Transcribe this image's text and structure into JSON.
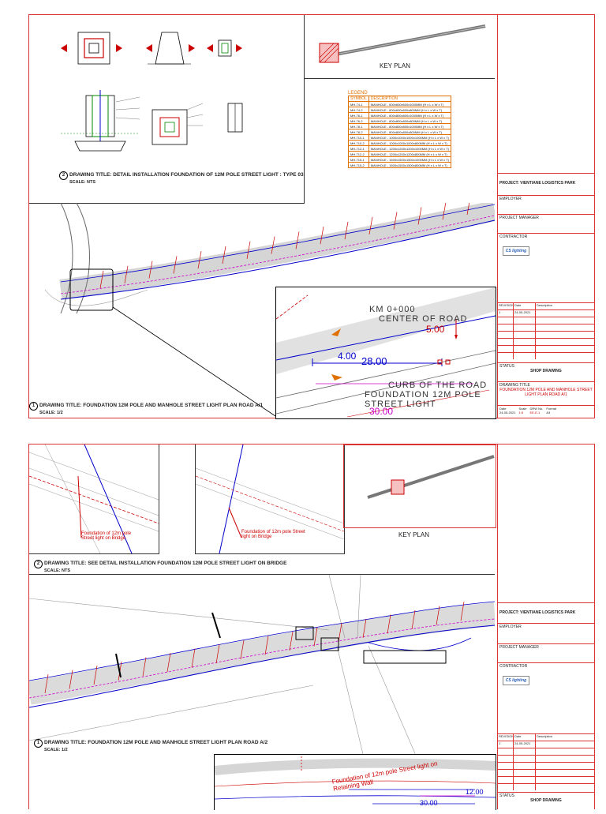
{
  "sheet1": {
    "detail_title": "DRAWING TITLE:  DETAIL INSTALLATION FOUNDATION OF 12M POLE STREET LIGHT : TYPE 03",
    "detail_scale": "SCALE: NTS",
    "detail_num": "2",
    "key_plan": "KEY PLAN",
    "legend": {
      "heading": "LEGEND",
      "col_symbol": "SYMBOL",
      "col_desc": "DESCRIPTION",
      "rows": [
        {
          "code": "MH-74-1",
          "desc": "MANHOLE - 600x600x600x1000MM (H x L x W x T)"
        },
        {
          "code": "MH-74-2",
          "desc": "MANHOLE - 600x600x600x800MM (H x L x W x T)"
        },
        {
          "code": "MH-76-1",
          "desc": "MANHOLE - 800x800x800x1000MM (H x L x W x T)"
        },
        {
          "code": "MH-76-2",
          "desc": "MANHOLE - 800x800x800x800MM (H x L x W x T)"
        },
        {
          "code": "MH-78-1",
          "desc": "MANHOLE - 800x800x800x1000MM (H x L x W x T)"
        },
        {
          "code": "MH-78-2",
          "desc": "MANHOLE - 800x800x800x800MM (H x L x W x T)"
        },
        {
          "code": "MH-710-1",
          "desc": "MANHOLE - 1000x1000x1000x1000MM (H x L x W x T)"
        },
        {
          "code": "MH-710-2",
          "desc": "MANHOLE - 1000x1000x1000x800MM (H x L x W x T)"
        },
        {
          "code": "MH-712-1",
          "desc": "MANHOLE - 1200x1200x1200x1000MM (H x L x W x T)"
        },
        {
          "code": "MH-712-2",
          "desc": "MANHOLE - 1200x1200x1200x800MM (H x L x W x T)"
        },
        {
          "code": "MH-715-1",
          "desc": "MANHOLE - 1500x1500x1500x1000MM (H x L x W x T)"
        },
        {
          "code": "MH-715-2",
          "desc": "MANHOLE - 1500x1500x1500x800MM (H x L x W x T)"
        }
      ]
    },
    "plan_title": "DRAWING TITLE:  FOUNDATION 12M POLE AND MANHOLE STREET LIGHT PLAN ROAD A/1",
    "plan_scale": "SCALE: 1/2",
    "plan_num": "1",
    "inset": {
      "km": "KM 0+000",
      "center": "CENTER OF ROAD",
      "curb": "CURB OF THE ROAD",
      "foundation": "FOUNDATION 12M POLE",
      "streetlight": "STREET LIGHT",
      "d1": "5.00",
      "d2": "4.00",
      "d3": "28.00",
      "d4": "30.00"
    },
    "titleblock": {
      "project": "PROJECT: VIENTIANE LOGISTICS PARK",
      "employer": "EMPLOYER",
      "pm": "PROJECT MANAGER",
      "contractor": "CONTRACTOR",
      "logo": "CS lighting",
      "rev_headers": [
        "REVISION",
        "Date",
        "Description"
      ],
      "rev_rows": [
        [
          "1",
          "24-05-2021",
          ""
        ]
      ],
      "status_label": "STATUS",
      "status": "SHOP DRAWING",
      "dtitle_label": "DRAWING TITLE",
      "dtitle": "FOUNDATION 12M POLE AND MANHOLE STREET LIGHT PLAN ROAD A/1",
      "date_label": "Date",
      "date": "24-05-2021",
      "scale_label": "Scale",
      "scale": "1:5",
      "dwg_label": "DRW No.",
      "dwg": "EE-E-1",
      "format_label": "Format",
      "format": "A3"
    }
  },
  "sheet2": {
    "bridge_note1": "Foundation of 12m pole Street light on Bridge",
    "bridge_note2": "Foundation of 12m pole Street light on Bridge",
    "key_plan": "KEY PLAN",
    "detail_title": "DRAWING TITLE:  SEE DETAIL INSTALLATION FOUNDATION 12M POLE STREET LIGHT ON BRIDGE",
    "detail_scale": "SCALE: NTS",
    "detail_num": "2",
    "plan_title": "DRAWING TITLE:  FOUNDATION 12M POLE AND MANHOLE STREET LIGHT PLAN ROAD A/2",
    "plan_scale": "SCALE: 1/2",
    "plan_num": "1",
    "retaining_note": "Foundation of 12m pole Street light on Retaining Wall",
    "d1": "12.00",
    "d2": "30.00",
    "titleblock": {
      "project": "PROJECT: VIENTIANE LOGISTICS PARK",
      "employer": "EMPLOYER",
      "pm": "PROJECT MANAGER",
      "contractor": "CONTRACTOR",
      "logo": "CS lighting",
      "rev_headers": [
        "REVISION",
        "Date",
        "Description"
      ],
      "rev_rows": [
        [
          "1",
          "24-05-2021",
          ""
        ]
      ],
      "status_label": "STATUS",
      "status": "SHOP DRAWING"
    }
  }
}
